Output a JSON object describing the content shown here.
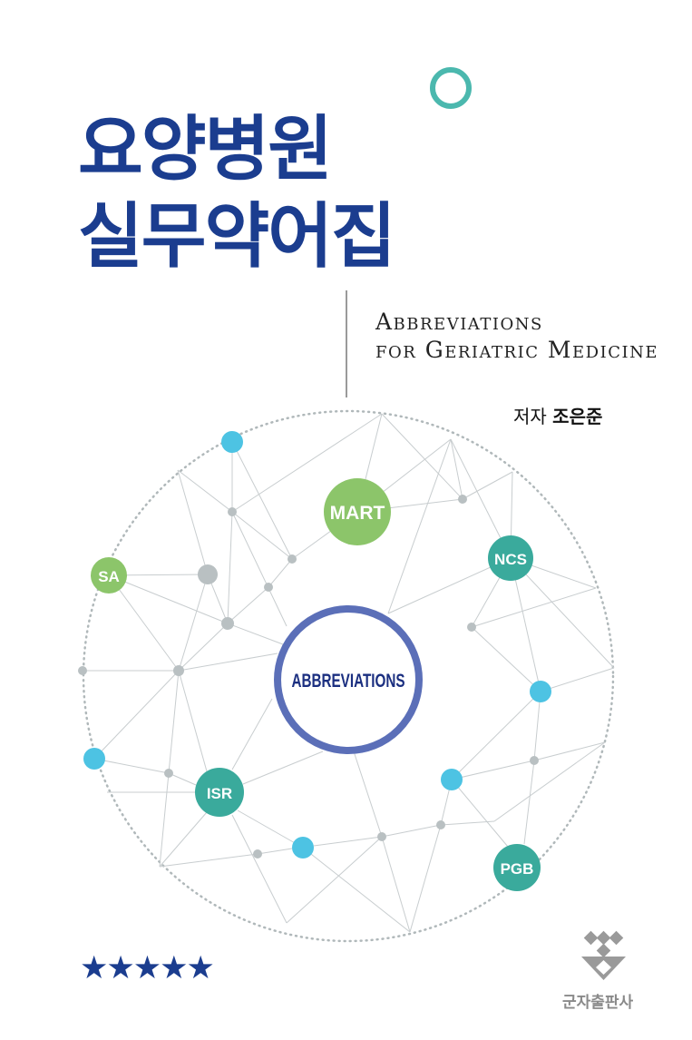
{
  "title": {
    "line1": "요양병원",
    "line2": "실무약어집"
  },
  "subtitle": {
    "line1": "Abbreviations",
    "line2": "for Geriatric Medicine"
  },
  "author": {
    "label": "저자",
    "name": "조은준"
  },
  "diagram": {
    "center_label": "ABBREVIATIONS",
    "nodes": [
      "MART",
      "SA",
      "NCS",
      "ISR",
      "PGB"
    ]
  },
  "stars": "★★★★★",
  "publisher": {
    "name": "군자출판사"
  },
  "colors": {
    "navy": "#1b3d8f",
    "teal": "#3aaa9c",
    "green": "#8cc56a",
    "cyan": "#4dc3e3",
    "gray": "#b9c0c2",
    "ring": "#5b6fb8"
  }
}
